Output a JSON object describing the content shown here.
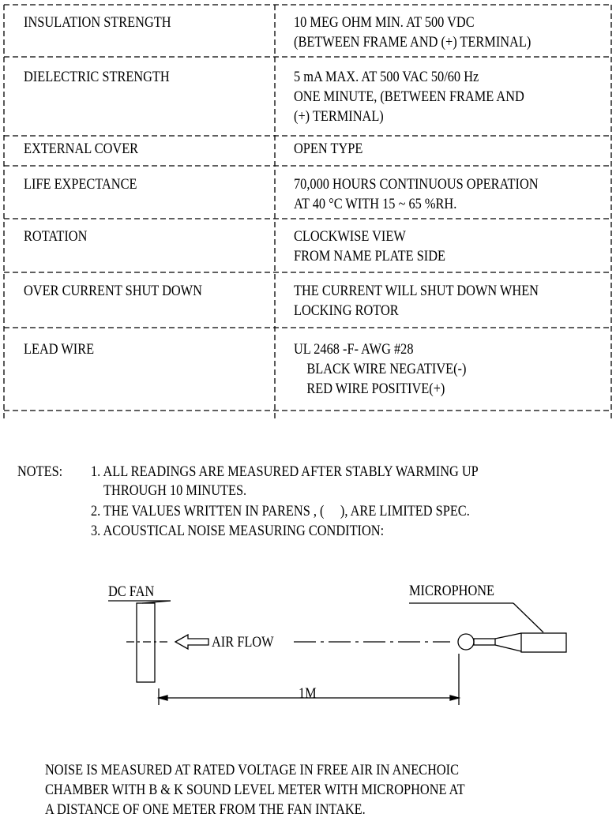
{
  "spec_table": {
    "rows": [
      {
        "label": "INSULATION STRENGTH",
        "lines": [
          "10 MEG OHM MIN. AT 500 VDC",
          "(BETWEEN FRAME AND (+) TERMINAL)"
        ]
      },
      {
        "label": "DIELECTRIC STRENGTH",
        "lines": [
          "5 mA MAX. AT 500 VAC 50/60 Hz",
          "ONE MINUTE, (BETWEEN FRAME AND",
          "(+) TERMINAL)"
        ]
      },
      {
        "label": "EXTERNAL COVER",
        "lines": [
          "OPEN TYPE"
        ]
      },
      {
        "label": "LIFE EXPECTANCE",
        "lines": [
          "70,000 HOURS CONTINUOUS OPERATION",
          "AT 40 °C WITH 15 ~ 65 %RH."
        ]
      },
      {
        "label": "ROTATION",
        "lines": [
          "CLOCKWISE VIEW",
          "FROM NAME PLATE SIDE"
        ]
      },
      {
        "label": "OVER CURRENT SHUT DOWN",
        "lines": [
          "THE CURRENT WILL SHUT DOWN WHEN",
          "LOCKING ROTOR"
        ]
      },
      {
        "label": "LEAD WIRE",
        "lines": [
          "UL 2468 -F- AWG #28",
          "    BLACK WIRE NEGATIVE(-)",
          "    RED WIRE POSITIVE(+)"
        ]
      }
    ]
  },
  "notes": {
    "heading": "NOTES:",
    "items": [
      [
        "1. ALL READINGS ARE MEASURED AFTER STABLY WARMING UP",
        "    THROUGH 10 MINUTES."
      ],
      [
        "2. THE VALUES WRITTEN IN PARENS , (     ), ARE LIMITED SPEC."
      ],
      [
        "3. ACOUSTICAL NOISE MEASURING CONDITION:"
      ]
    ]
  },
  "diagram": {
    "fan_label": "DC FAN",
    "microphone_label": "MICROPHONE",
    "airflow_label": "AIR FLOW",
    "distance_label": "1M"
  },
  "footer": {
    "lines": [
      "NOISE IS MEASURED AT RATED VOLTAGE IN FREE AIR IN ANECHOIC",
      "CHAMBER WITH B & K SOUND LEVEL METER WITH MICROPHONE AT",
      "A DISTANCE OF ONE METER FROM THE FAN INTAKE."
    ]
  }
}
